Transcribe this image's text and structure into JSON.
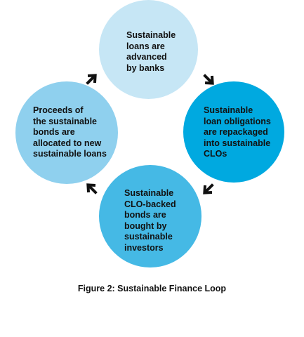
{
  "nodes": [
    {
      "id": "top",
      "label": "Sustainable\nloans are\nadvanced\nby banks",
      "color": "#c6e6f5"
    },
    {
      "id": "right",
      "label": "Sustainable\nloan obligations\nare repackaged\ninto sustainable\nCLOs",
      "color": "#00a9e0"
    },
    {
      "id": "bottom",
      "label": "Sustainable\nCLO-backed\nbonds are\nbought by\nsustainable\ninvestors",
      "color": "#45b9e5"
    },
    {
      "id": "left",
      "label": "Proceeds of\nthe sustainable\nbonds are\nallocated to new\nsustainable loans",
      "color": "#8fd0ee"
    }
  ],
  "arrow_color": "#111111",
  "caption": "Figure 2: Sustainable Finance Loop"
}
